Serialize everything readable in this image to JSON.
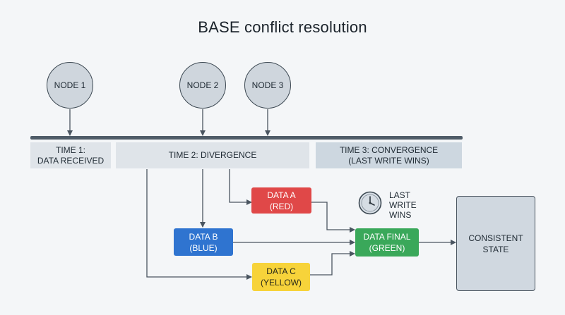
{
  "title": "BASE conflict resolution",
  "nodes": [
    "NODE 1",
    "NODE 2",
    "NODE 3"
  ],
  "timeline": {
    "time1": "TIME 1:\nDATA RECEIVED",
    "time2": "TIME 2: DIVERGENCE",
    "time3": "TIME 3: CONVERGENCE\n(LAST WRITE WINS)"
  },
  "data_boxes": {
    "a": "DATA A\n(RED)",
    "b": "DATA B\n(BLUE)",
    "c": "DATA C\n(YELLOW)",
    "final": "DATA FINAL\n(GREEN)"
  },
  "last_write_wins": "LAST\nWRITE\nWINS",
  "consistent_state": "CONSISTENT\nSTATE",
  "colors": {
    "red": "#e04848",
    "blue": "#2f74d0",
    "yellow": "#f7d33a",
    "green": "#3aa85a"
  },
  "icons": [
    "clock-icon"
  ]
}
